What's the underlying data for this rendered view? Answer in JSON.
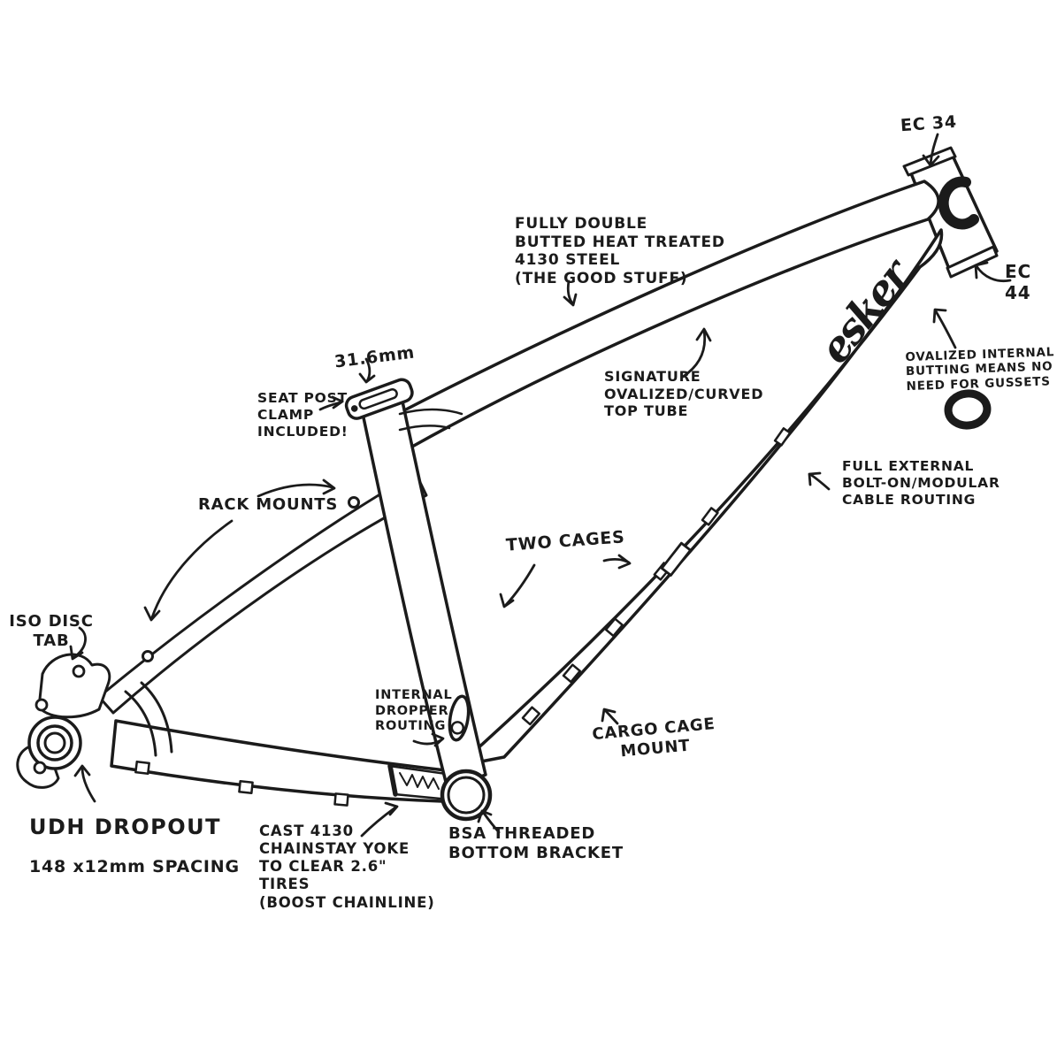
{
  "meta": {
    "description": "Hand-drawn annotated diagram of a steel hardtail bicycle frame"
  },
  "colors": {
    "ink": "#1b1b1b",
    "background": "#ffffff"
  },
  "brand": {
    "downtube_script": "esker",
    "headtube_mark": "e-monogram"
  },
  "annotations": {
    "ec34": "EC 34",
    "ec44": "EC 44",
    "steel": "FULLY DOUBLE\nBUTTED HEAT TREATED\n4130 STEEL\n(THE GOOD STUFF)",
    "seatpost_diameter": "31.6mm",
    "seatpost_clamp": "SEAT POST\nCLAMP\nINCLUDED!",
    "top_tube": "SIGNATURE\nOVALIZED/CURVED\nTOP TUBE",
    "butting": "OVALIZED INTERNAL\nBUTTING MEANS NO\nNEED FOR GUSSETS",
    "rack_mounts": "RACK MOUNTS",
    "cable_routing": "FULL EXTERNAL\nBOLT-ON/MODULAR\nCABLE ROUTING",
    "two_cages": "TWO CAGES",
    "iso_disc_tab": "ISO DISC\nTAB",
    "dropper": "INTERNAL\nDROPPER\nROUTING",
    "cargo_cage": "CARGO CAGE\nMOUNT",
    "udh_line1": "UDH DROPOUT",
    "udh_line2": "148 x12mm SPACING",
    "yoke": "CAST 4130\nCHAINSTAY YOKE\nTO CLEAR 2.6\"\nTIRES\n(BOOST CHAINLINE)",
    "bottom_bracket": "BSA THREADED\nBOTTOM BRACKET"
  }
}
